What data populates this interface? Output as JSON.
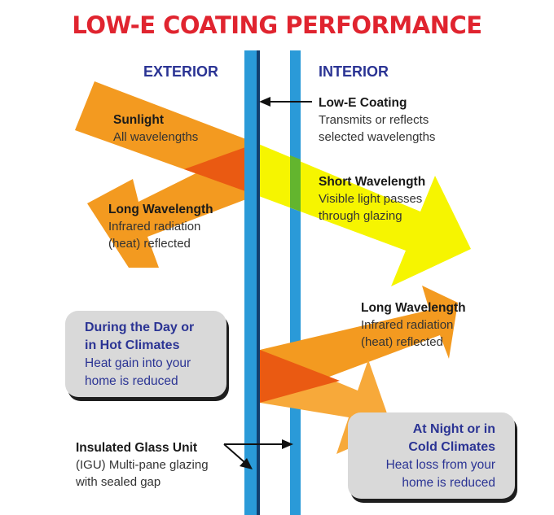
{
  "title": "LOW-E COATING PERFORMANCE",
  "sides": {
    "exterior": "EXTERIOR",
    "interior": "INTERIOR"
  },
  "labels": {
    "sunlight": {
      "title": "Sunlight",
      "desc": "All wavelengths"
    },
    "low_e_coating": {
      "title": "Low-E Coating",
      "desc_1": "Transmits or reflects",
      "desc_2": "selected wavelengths"
    },
    "short_wavelength": {
      "title": "Short Wavelength",
      "desc_1": "Visible light passes",
      "desc_2": "through glazing"
    },
    "long_wavelength_exterior": {
      "title": "Long Wavelength",
      "desc_1": "Infrared radiation",
      "desc_2": "(heat) reflected"
    },
    "long_wavelength_interior": {
      "title": "Long Wavelength",
      "desc_1": "Infrared radiation",
      "desc_2": "(heat) reflected"
    },
    "igu": {
      "title": "Insulated Glass Unit",
      "desc_1": "(IGU) Multi-pane glazing",
      "desc_2": "with sealed gap"
    }
  },
  "callouts": {
    "day": {
      "title_1": "During the Day or",
      "title_2": "in Hot Climates",
      "desc_1": "Heat gain into your",
      "desc_2": "home is reduced"
    },
    "night": {
      "title_1": "At Night or in",
      "title_2": "Cold Climates",
      "desc_1": "Heat loss from your",
      "desc_2": "home is reduced"
    }
  },
  "colors": {
    "title_red": "#e0242f",
    "heading_blue": "#2b3494",
    "glass_blue": "#2a9ad8",
    "orange": "#f39a20",
    "orange_light": "#f7a93a",
    "yellow": "#f6f500",
    "overlap_red": "#ea5a12",
    "callout_gray": "#d9d9d9"
  }
}
